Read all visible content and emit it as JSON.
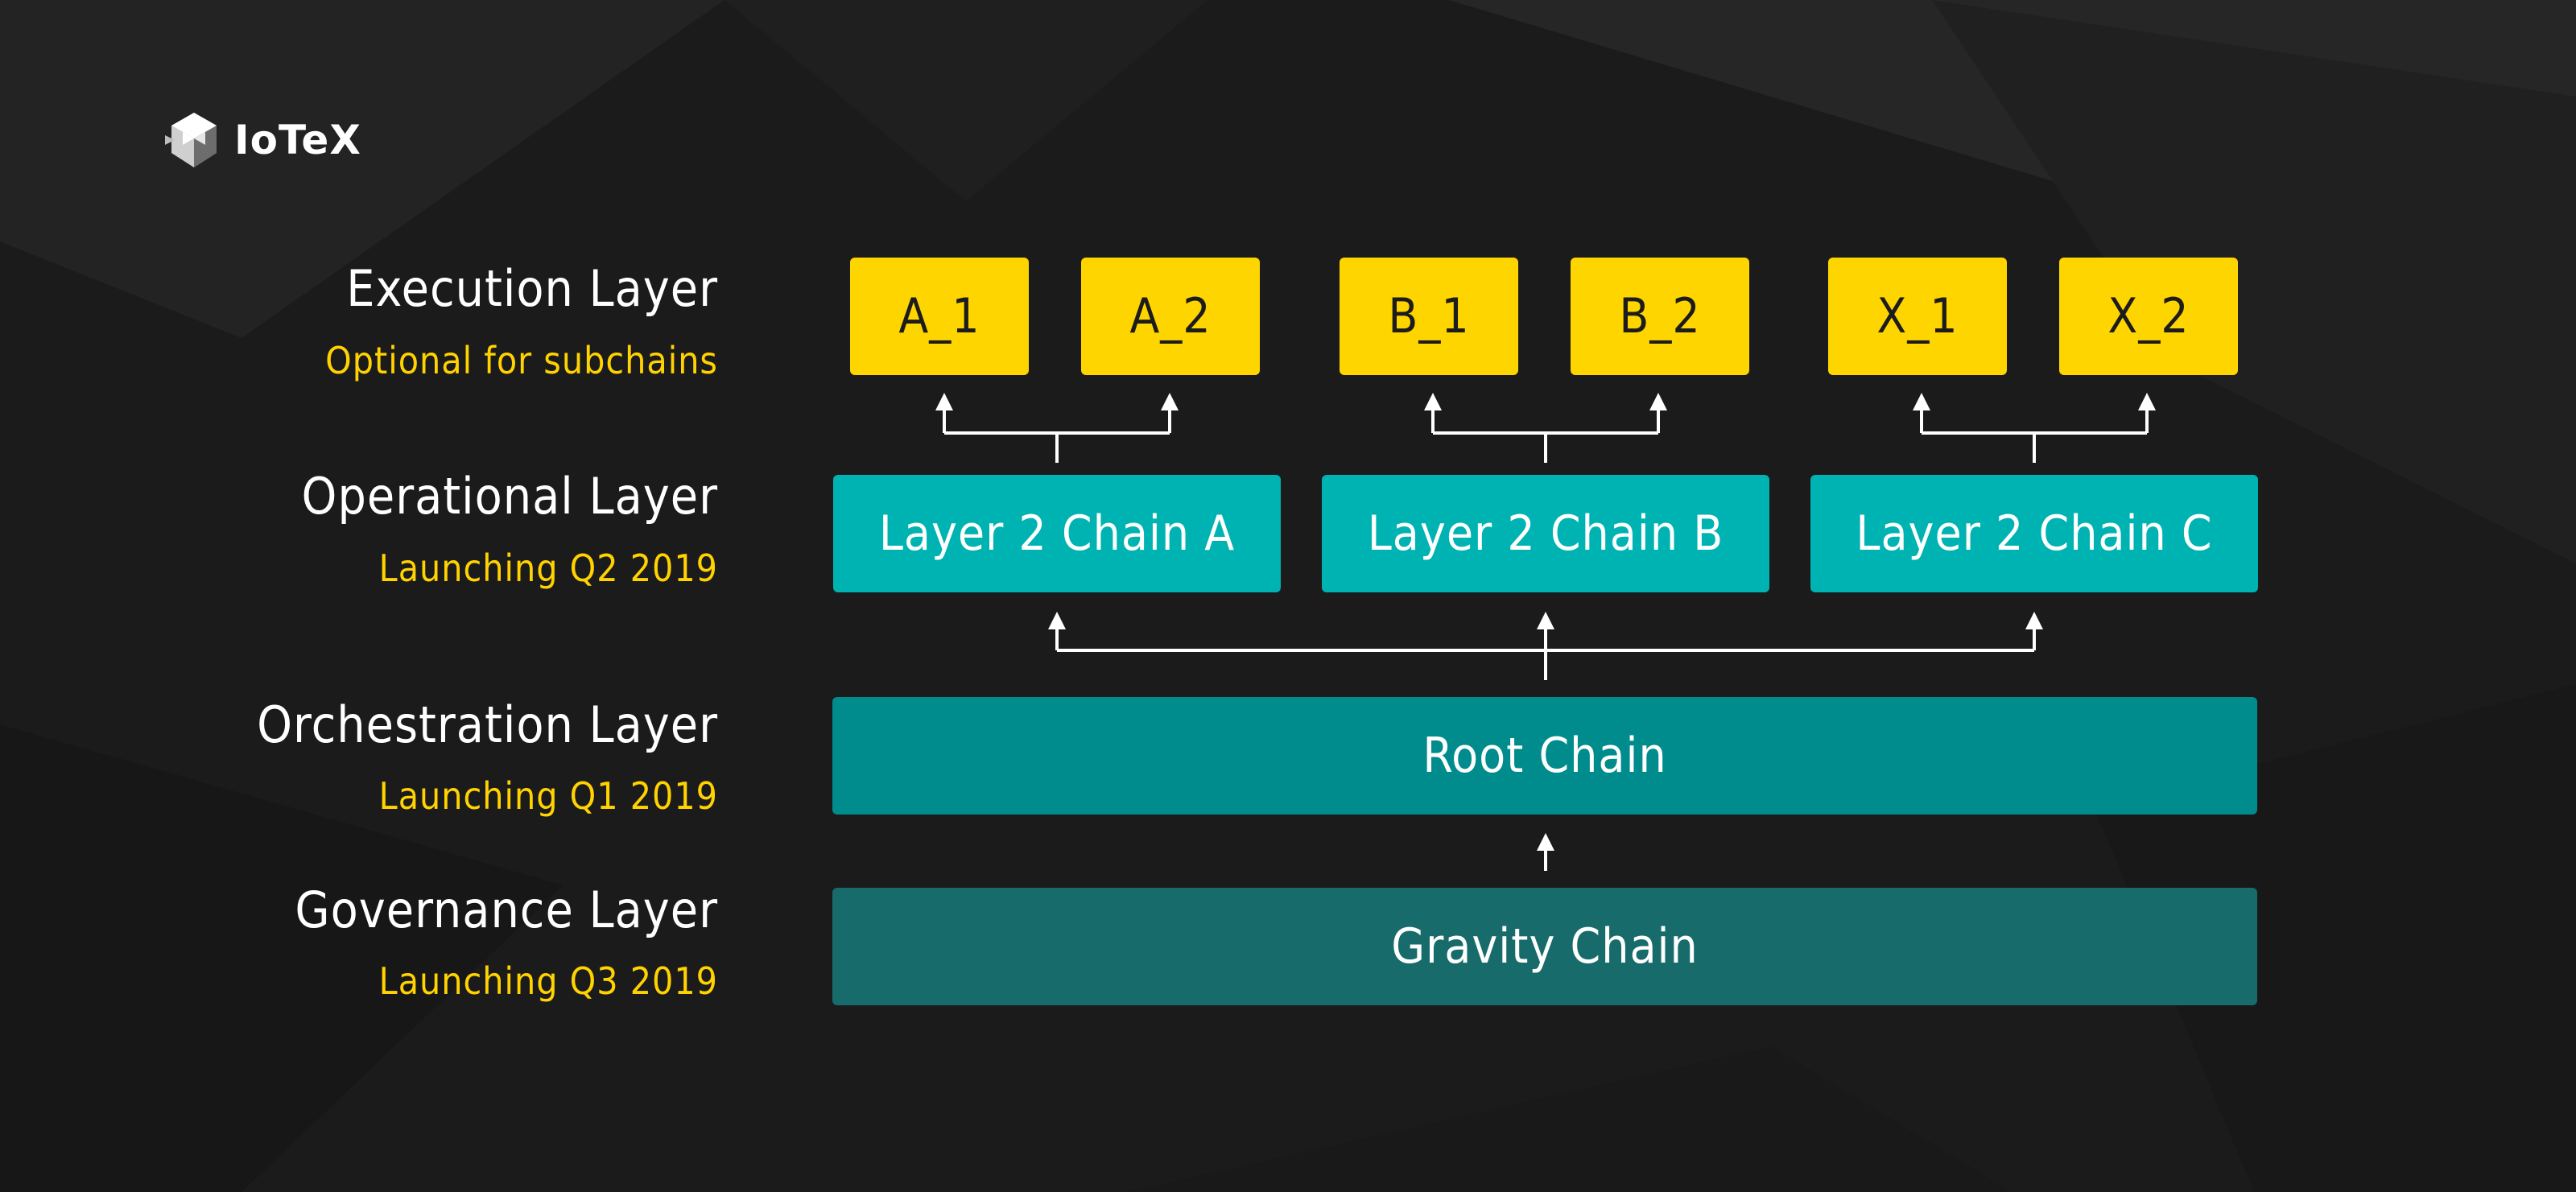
{
  "brand": {
    "name": "IoTeX"
  },
  "layers": [
    {
      "name": "Execution Layer",
      "status": "Optional for subchains"
    },
    {
      "name": "Operational Layer",
      "status": "Launching Q2 2019"
    },
    {
      "name": "Orchestration Layer",
      "status": "Launching Q1 2019"
    },
    {
      "name": "Governance Layer",
      "status": "Launching Q3 2019"
    }
  ],
  "execution_nodes": [
    "A_1",
    "A_2",
    "B_1",
    "B_2",
    "X_1",
    "X_2"
  ],
  "operational_chains": [
    "Layer 2 Chain A",
    "Layer 2 Chain B",
    "Layer 2 Chain C"
  ],
  "orchestration_chain": "Root Chain",
  "governance_chain": "Gravity Chain",
  "colors": {
    "background": "#1b1b1b",
    "execution": "#ffd500",
    "operational": "#00b3b3",
    "orchestration": "#008c8c",
    "governance": "#176b6b",
    "status_text": "#ffd200"
  }
}
